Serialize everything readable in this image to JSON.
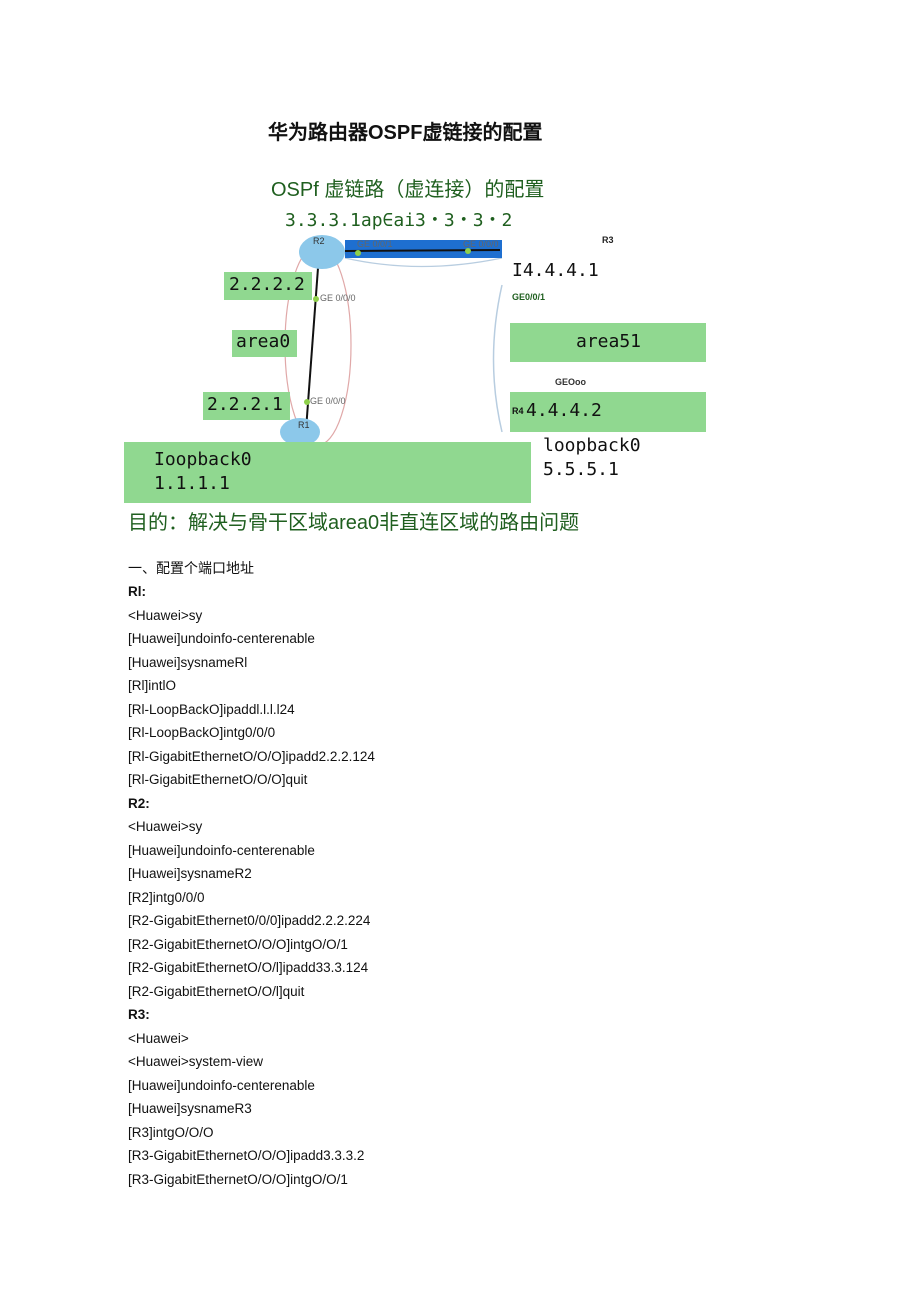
{
  "title": "华为路由器OSPF虚链接的配置",
  "diagram": {
    "heading": "OSPf 虚链路（虚连接）的配置",
    "addr_line": "3.3.3.1ap∈ai3・3・3・2",
    "r2": "R2",
    "r1": "R1",
    "r3": "R3",
    "r2_ge001": "GE 0/0/1",
    "r3_ge000": "GE 0/0/0",
    "r2_ge000": "GE 0/0/0",
    "r1_ge000": "GE 0/0/0",
    "ip_2222": "2.2.2.2",
    "area0": "area0",
    "ip_2221": "2.2.2.1",
    "ip_4441": "I4.4.4.1",
    "ge001": "GE0/0/1",
    "area51": "area51",
    "geoo": "GEOoo",
    "r4": "R4",
    "ip_4442": "4.4.4.2",
    "loop_left": "Ioopback0",
    "loop_left_ip": "1.1.1.1",
    "loop_right": "loopback0",
    "loop_right_ip": "5.5.5.1",
    "colors": {
      "highlight": "#90d890",
      "link": "#1e6fd0",
      "label_green": "#1f5f1f"
    }
  },
  "purpose": "目的：解决与骨干区域area0非直连区域的路由问题",
  "section_heading": "一、配置个端口地址",
  "code_lines": [
    {
      "text": "Rl:",
      "bold": true
    },
    {
      "text": "<Huawei>sy"
    },
    {
      "text": "[Huawei]undoinfo-centerenable"
    },
    {
      "text": "[Huawei]sysnameRl"
    },
    {
      "text": "[Rl]intlO"
    },
    {
      "text": "[Rl-LoopBackO]ipaddl.l.l.l24"
    },
    {
      "text": "[Rl-LoopBackO]intg0/0/0"
    },
    {
      "text": "[Rl-GigabitEthernetO/O/O]ipadd2.2.2.124"
    },
    {
      "text": "[Rl-GigabitEthernetO/O/O]quit"
    },
    {
      "text": "R2:",
      "bold": true
    },
    {
      "text": "<Huawei>sy"
    },
    {
      "text": "[Huawei]undoinfo-centerenable"
    },
    {
      "text": "[Huawei]sysnameR2"
    },
    {
      "text": "[R2]intg0/0/0"
    },
    {
      "text": "[R2-GigabitEthernet0/0/0]ipadd2.2.2.224"
    },
    {
      "text": "[R2-GigabitEthernetO/O/O]intgO/O/1"
    },
    {
      "text": "[R2-GigabitEthernetO/O/l]ipadd33.3.124"
    },
    {
      "text": "[R2-GigabitEthernetO/O/l]quit"
    },
    {
      "text": "R3:",
      "bold": true
    },
    {
      "text": "<Huawei>"
    },
    {
      "text": "<Huawei>system-view"
    },
    {
      "text": "[Huawei]undoinfo-centerenable"
    },
    {
      "text": "[Huawei]sysnameR3"
    },
    {
      "text": "[R3]intgO/O/O"
    },
    {
      "text": "[R3-GigabitEthernetO/O/O]ipadd3.3.3.2"
    },
    {
      "text": "[R3-GigabitEthernetO/O/O]intgO/O/1"
    }
  ]
}
